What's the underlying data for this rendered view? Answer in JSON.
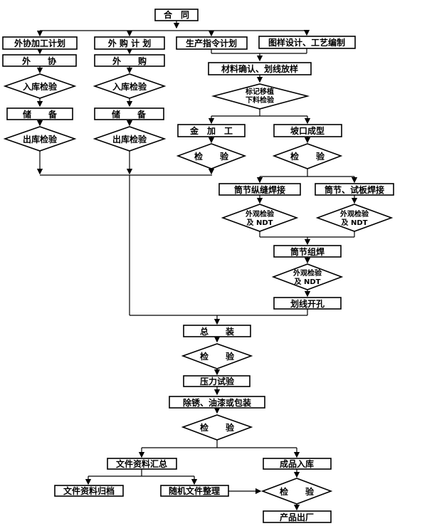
{
  "diagram": {
    "type": "flowchart",
    "language": "zh",
    "background_color": "#ffffff",
    "ink_color": "#000000"
  },
  "nodes": {
    "contract": {
      "label": "合　同"
    },
    "plan_outsource": {
      "label": "外协加工计划"
    },
    "plan_purchase": {
      "label": "外 购 计 划"
    },
    "plan_production": {
      "label": "生产指令计划"
    },
    "design_process": {
      "label": "图样设计、工艺编制"
    },
    "outsource": {
      "label": "外　　协"
    },
    "purchase": {
      "label": "外　　购"
    },
    "incoming_insp_1": {
      "label": "入库检验"
    },
    "incoming_insp_2": {
      "label": "入库检验"
    },
    "storage_1": {
      "label": "储　　备"
    },
    "storage_2": {
      "label": "储　　备"
    },
    "outgoing_insp_1": {
      "label": "出库检验"
    },
    "outgoing_insp_2": {
      "label": "出库检验"
    },
    "material_confirm": {
      "label": "材料确认、划线放样"
    },
    "mark_insp": {
      "line1": "标记移植",
      "line2": "下料检验"
    },
    "machining": {
      "label": "金　加　工"
    },
    "bevel_forming": {
      "label": "坡口成型"
    },
    "insp_machining": {
      "label": "检　　验"
    },
    "insp_bevel": {
      "label": "检　　验"
    },
    "weld_longitudinal": {
      "label": "筒节纵缝焊接"
    },
    "weld_testplate": {
      "label": "筒节、试板焊接"
    },
    "ndt_insp_1": {
      "line1": "外观检验",
      "line2": "及 NDT"
    },
    "ndt_insp_2": {
      "line1": "外观检验",
      "line2": "及 NDT"
    },
    "section_assembly_weld": {
      "label": "筒节组焊"
    },
    "ndt_insp_3": {
      "line1": "外观检验",
      "line2": "及 NDT"
    },
    "marking_holes": {
      "label": "划线开孔"
    },
    "final_assembly": {
      "label": "总　　装"
    },
    "insp_assembly": {
      "label": "检　　验"
    },
    "pressure_test": {
      "label": "压力试验"
    },
    "rust_paint_pack": {
      "label": "除锈、油漆或包装"
    },
    "insp_final": {
      "label": "检　　验"
    },
    "doc_summary": {
      "label": "文件资料汇总"
    },
    "finished_storage": {
      "label": "成品入库"
    },
    "doc_archive": {
      "label": "文件资料归档"
    },
    "doc_arrange": {
      "label": "随机文件整理"
    },
    "insp_product": {
      "label": "检　　验"
    },
    "product_delivery": {
      "label": "产品出厂"
    }
  }
}
